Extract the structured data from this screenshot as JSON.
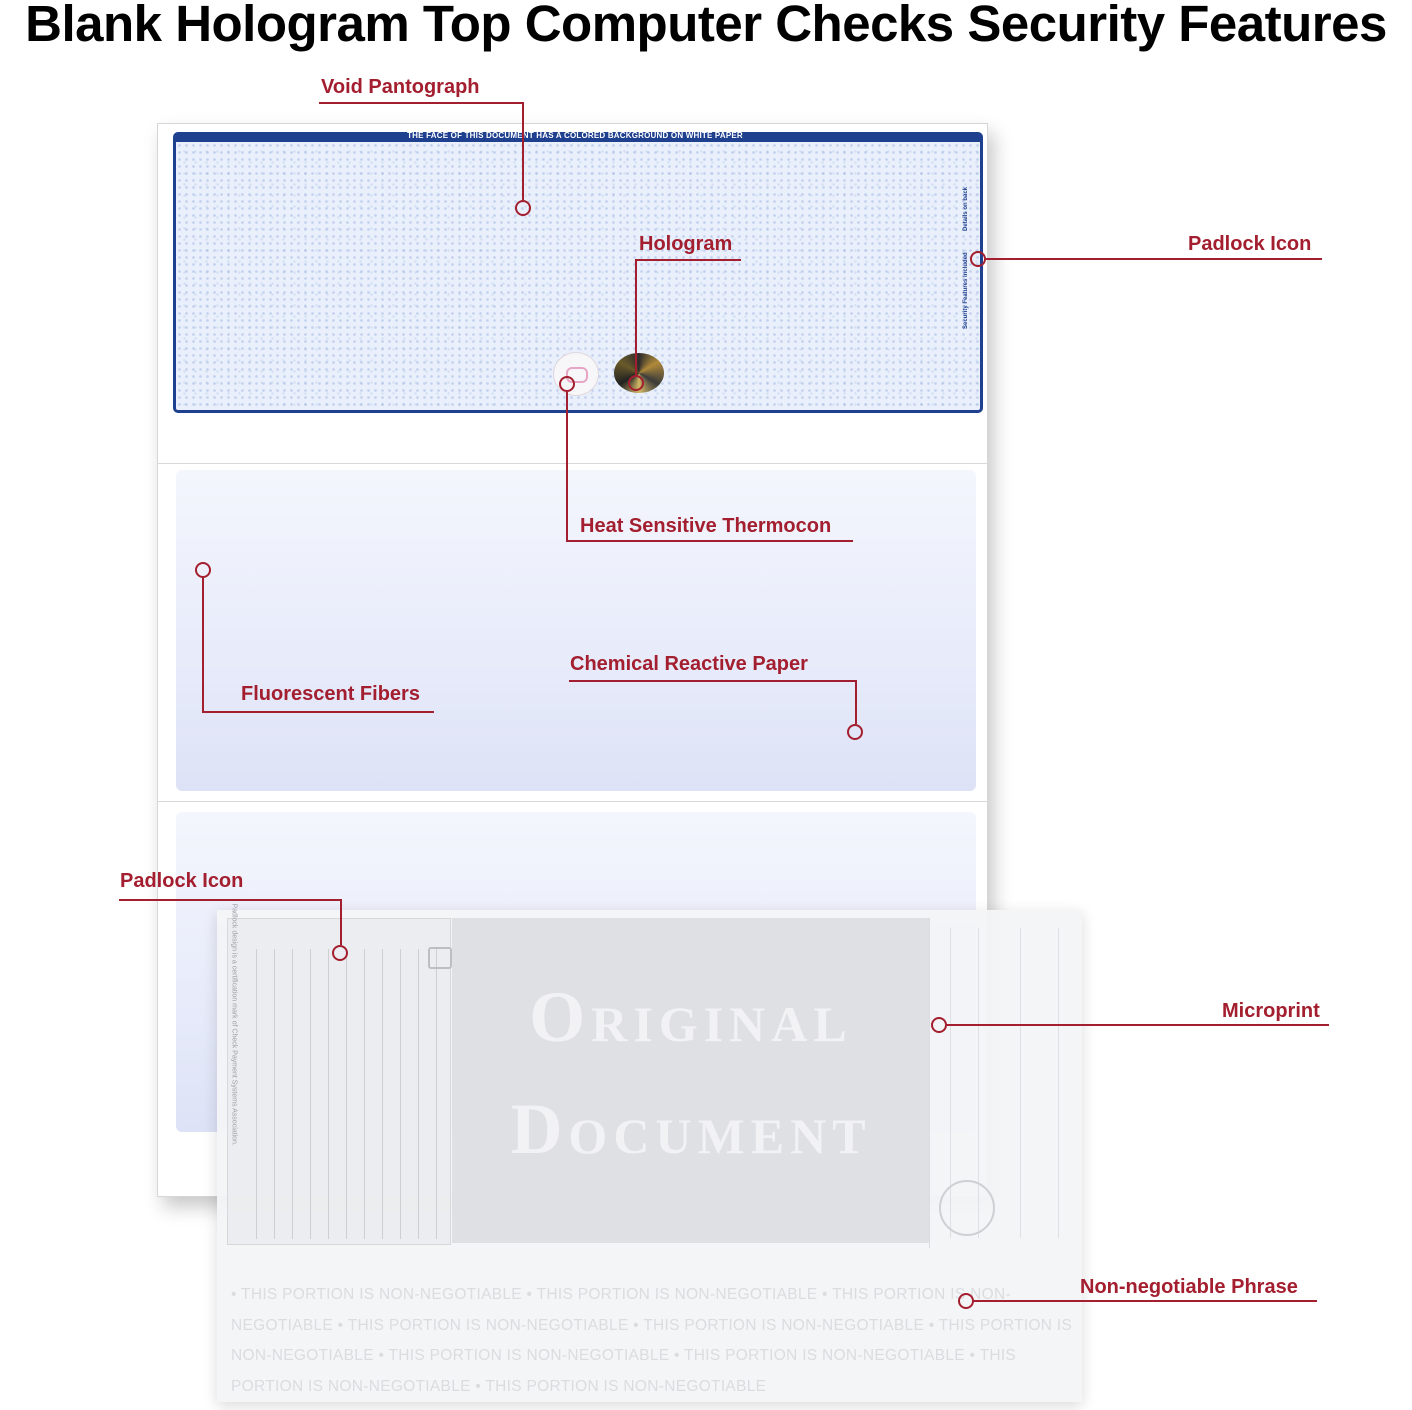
{
  "title": "Blank Hologram Top Computer Checks Security Features",
  "check": {
    "banner": "THE FACE OF THIS DOCUMENT HAS A COLORED BACKGROUND ON WHITE PAPER",
    "side_text_1": "Details on back",
    "side_text_2": "Security Features Included"
  },
  "back": {
    "original_line1": "Original",
    "original_line2": "Document",
    "sf_caption": "Padlock design is a certification mark of Check Payment Systems Association.",
    "nonnegotiable_text": "• THIS PORTION IS NON-NEGOTIABLE • THIS PORTION IS NON-NEGOTIABLE • THIS PORTION IS NON-NEGOTIABLE • THIS PORTION IS NON-NEGOTIABLE • THIS PORTION IS NON-NEGOTIABLE • THIS PORTION IS NON-NEGOTIABLE • THIS PORTION IS NON-NEGOTIABLE • THIS PORTION IS NON-NEGOTIABLE • THIS PORTION IS NON-NEGOTIABLE • THIS PORTION IS NON-NEGOTIABLE"
  },
  "annotations": {
    "void_pantograph": "Void Pantograph",
    "hologram": "Hologram",
    "padlock_icon_top": "Padlock Icon",
    "heat_sensitive": "Heat Sensitive Thermocon",
    "chemical_reactive": "Chemical Reactive Paper",
    "fluorescent_fibers": "Fluorescent Fibers",
    "padlock_icon_bottom": "Padlock Icon",
    "microprint": "Microprint",
    "non_negotiable": "Non-negotiable Phrase"
  },
  "colors": {
    "annotation": "#a31e2e",
    "check_border": "#1f3f8f"
  }
}
